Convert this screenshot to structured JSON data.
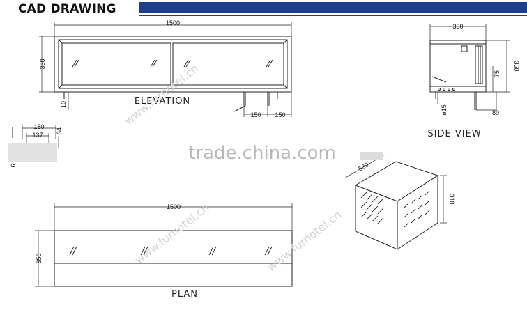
{
  "header": {
    "title": "CAD DRAWING",
    "accent_color": "#1f3d8f"
  },
  "elevation": {
    "label": "ELEVATION",
    "dim_width": "1500",
    "dim_height": "350",
    "dim_leg": "10",
    "dim_foot_left": "150",
    "dim_foot_right": "150"
  },
  "side_view": {
    "label": "SIDE VIEW",
    "dim_width": "350",
    "dim_height": "350",
    "dim_75": "75",
    "dim_80": "80",
    "dim_dia": "ø15"
  },
  "detail": {
    "dim_180": "180",
    "dim_137": "137",
    "dim_34": "34",
    "dim_6": "6"
  },
  "plan": {
    "label": "PLAN",
    "dim_width": "1500",
    "dim_height": "350"
  },
  "iso": {
    "dim_depth": "530",
    "dim_height": "310"
  },
  "watermarks": {
    "center": "trade.china.com",
    "brand": "www.furnotel.cn"
  }
}
